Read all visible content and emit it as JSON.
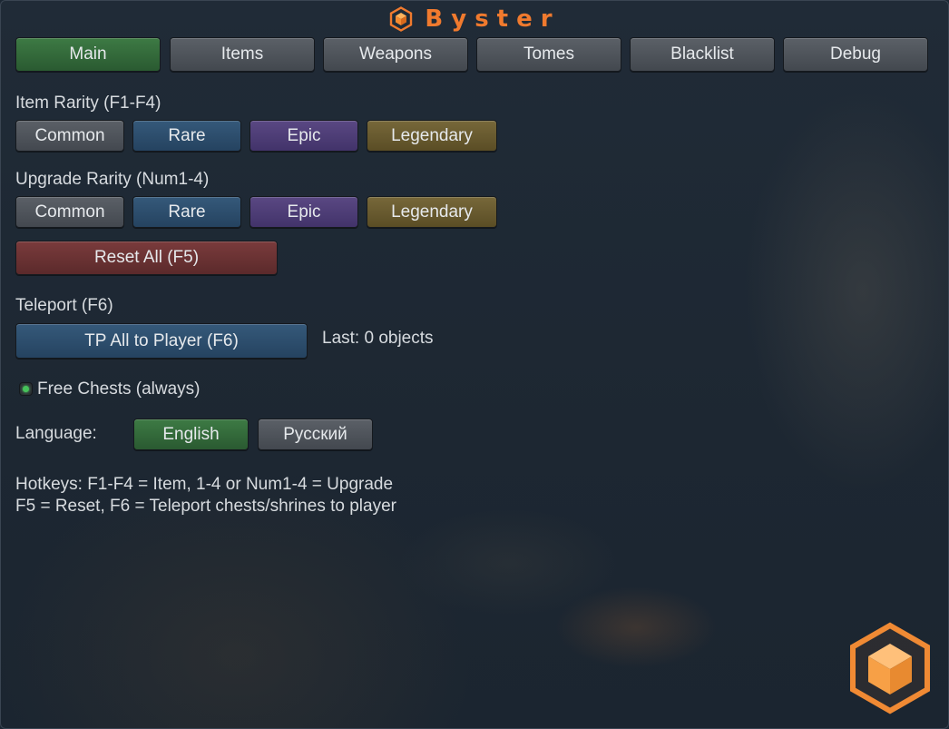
{
  "app": {
    "title": "Byster"
  },
  "tabs": [
    {
      "label": "Main",
      "active": true
    },
    {
      "label": "Items",
      "active": false
    },
    {
      "label": "Weapons",
      "active": false
    },
    {
      "label": "Tomes",
      "active": false
    },
    {
      "label": "Blacklist",
      "active": false
    },
    {
      "label": "Debug",
      "active": false
    }
  ],
  "item_rarity": {
    "label": "Item Rarity (F1-F4)",
    "buttons": [
      "Common",
      "Rare",
      "Epic",
      "Legendary"
    ]
  },
  "upgrade_rarity": {
    "label": "Upgrade Rarity (Num1-4)",
    "buttons": [
      "Common",
      "Rare",
      "Epic",
      "Legendary"
    ]
  },
  "reset": {
    "label": "Reset All (F5)"
  },
  "teleport": {
    "label": "Teleport (F6)",
    "button": "TP All to Player (F6)",
    "status": "Last: 0 objects"
  },
  "free_chests": {
    "label": "Free Chests (always)",
    "checked": true
  },
  "language": {
    "label": "Language:",
    "options": [
      "English",
      "Русский"
    ],
    "selected": "English"
  },
  "hotkeys": {
    "line1": "Hotkeys: F1-F4 = Item, 1-4 or Num1-4 = Upgrade",
    "line2": "F5 = Reset, F6 = Teleport chests/shrines to player"
  },
  "icons": {
    "title": "hexagon-cube-icon",
    "corner": "hexagon-cube-logo-icon"
  },
  "colors": {
    "accent_orange": "#f07a2e",
    "active_green": "#3d7a44",
    "rare_blue": "#35597a",
    "epic_purple": "#5a4883",
    "legendary_gold": "#77683a",
    "reset_red": "#7a3b3c",
    "background": "#1d2732"
  }
}
